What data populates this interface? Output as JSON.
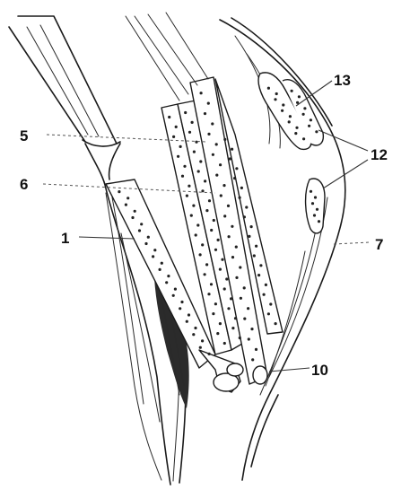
{
  "labels": {
    "l1": "1",
    "l5": "5",
    "l6": "6",
    "l7": "7",
    "l10": "10",
    "l12": "12",
    "l13": "13"
  },
  "colors": {
    "ink": "#1a1a1a",
    "background": "#ffffff"
  }
}
